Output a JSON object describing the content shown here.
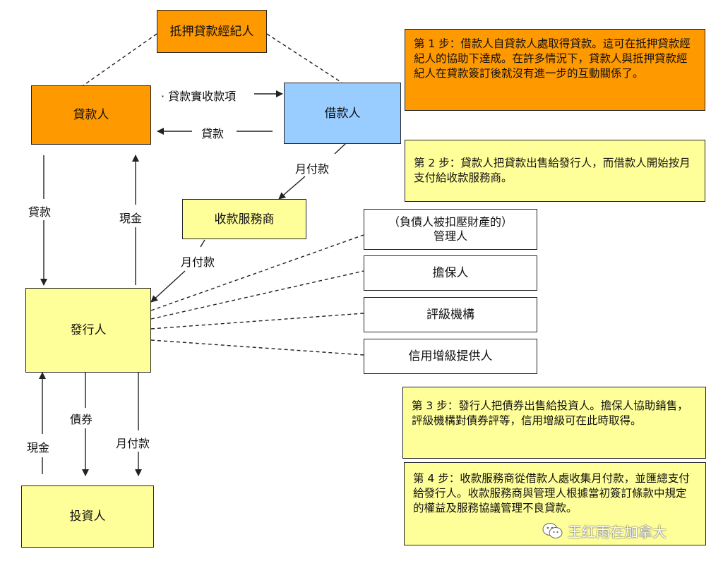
{
  "nodes": {
    "broker": "抵押貸款經紀人",
    "lender": "貸款人",
    "borrower": "借款人",
    "servicer": "收款服務商",
    "trustee": "（負債人被扣壓財產的）\n管理人",
    "guarantor": "擔保人",
    "rating": "評級機構",
    "credit_enhancer": "信用增級提供人",
    "issuer": "發行人",
    "investor": "投資人"
  },
  "edge_labels": {
    "loan_proceeds": "· 貸款實收款項",
    "loan_top": "貸款",
    "monthly_payment_1": "月付款",
    "loan_left": "貸款",
    "cash_left": "現金",
    "monthly_payment_2": "月付款",
    "bonds": "債券",
    "cash_bottom": "現金",
    "monthly_payment_3": "月付款"
  },
  "steps": {
    "step1": "第 1 步：借款人自貸款人處取得貸款。這可在抵押貸款經紀人的協助下達成。在許多情況下，貸款人與抵押貸款經紀人在貸款簽訂後就沒有進一步的互動關係了。",
    "step2": "第 2 步：貸款人把貸款出售給發行人，而借款人開始按月支付給收款服務商。",
    "step3": "第 3 步：發行人把債券出售給投資人。擔保人協助銷售，評級機構對債券評等，信用增級可在此時取得。",
    "step4": "第 4 步：收款服務商從借款人處收集月付款，並匯總支付給發行人。收款服務商與管理人根據當初簽訂條款中規定的權益及服務協議管理不良貸款。"
  },
  "watermark": "王红雨在加拿大",
  "colors": {
    "orange": "#ff9900",
    "blue": "#99ccff",
    "yellow": "#ffff99",
    "white": "#ffffff",
    "line": "#222222"
  },
  "icons": [
    "wechat-icon"
  ]
}
